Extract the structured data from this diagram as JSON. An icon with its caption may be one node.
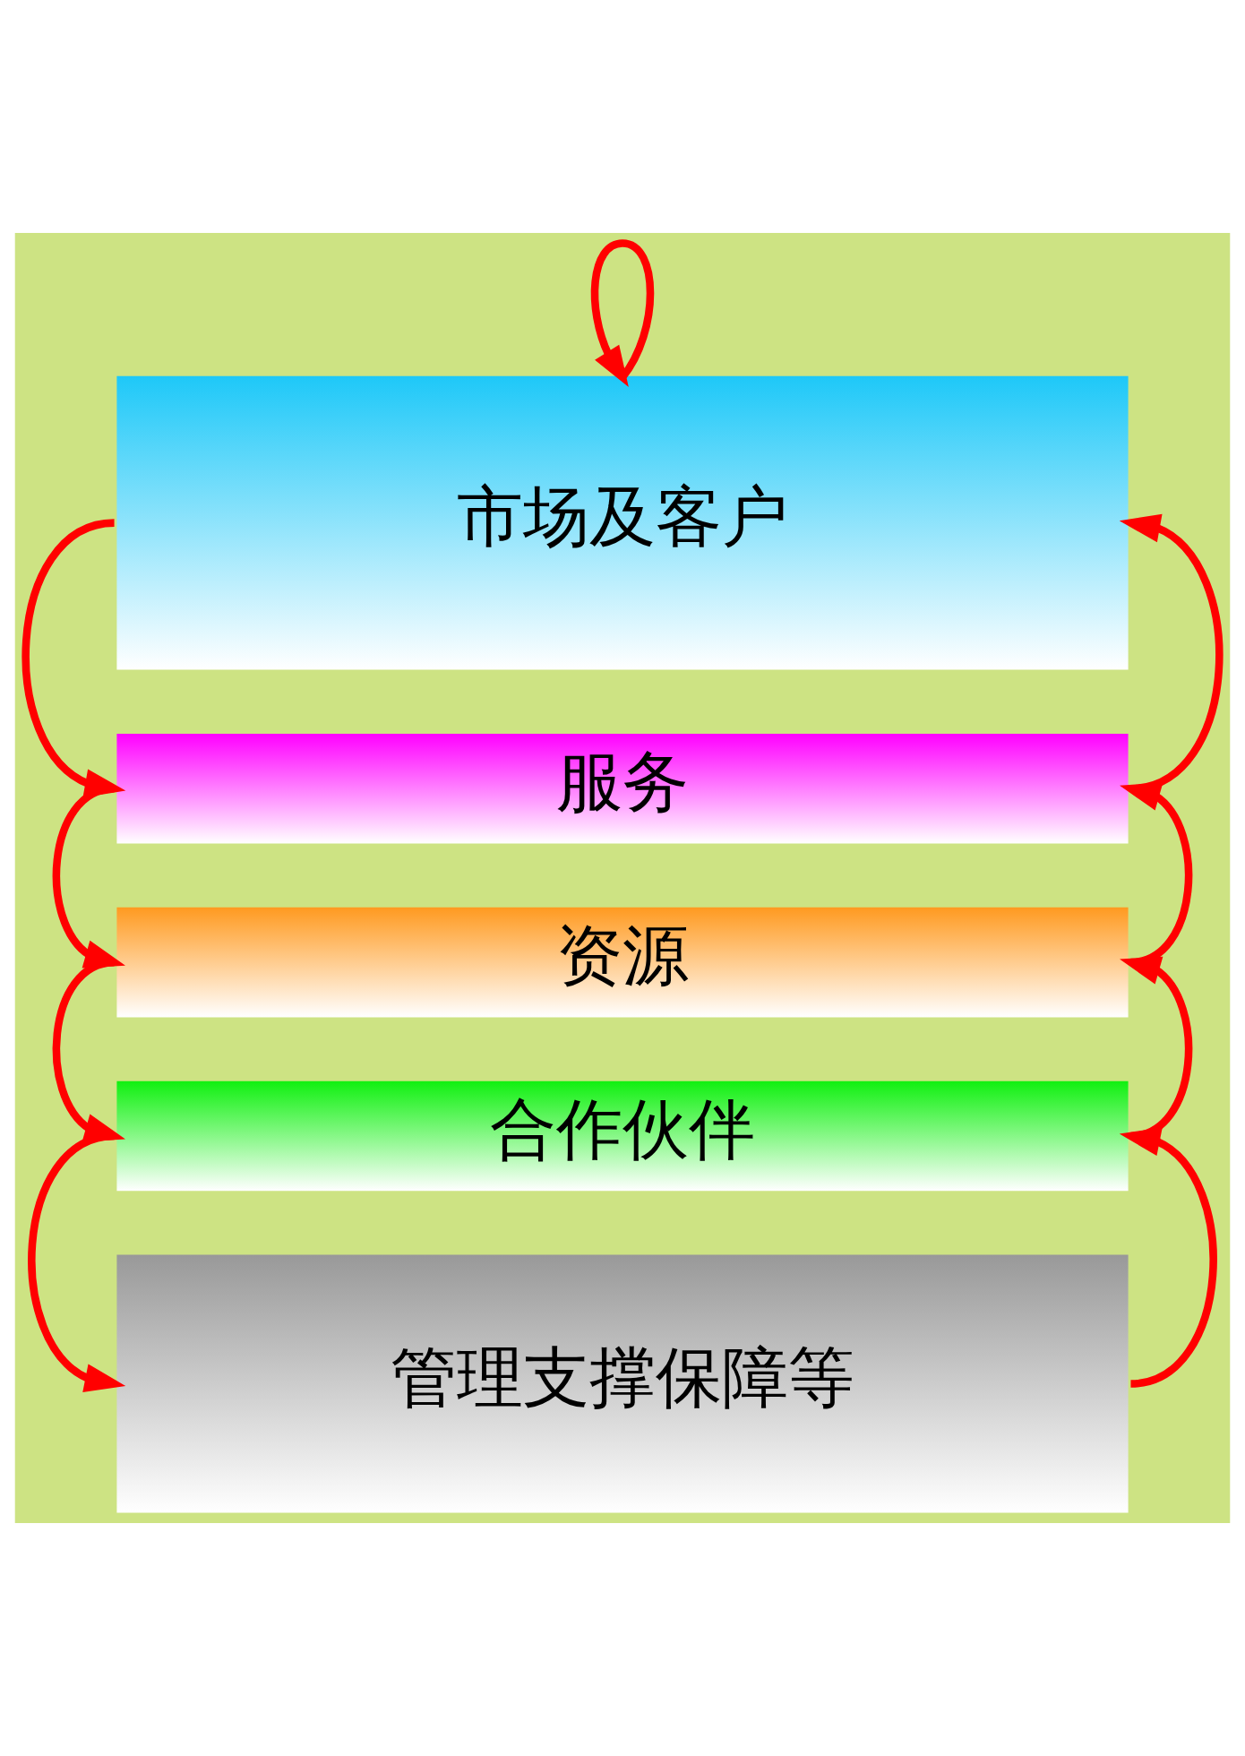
{
  "diagram": {
    "nodes": [
      {
        "text": [
          "市场及客户"
        ]
      },
      {
        "text": [
          "服务"
        ]
      },
      {
        "text": [
          "资源"
        ]
      },
      {
        "text": [
          "合作伙伴"
        ]
      },
      {
        "text": [
          "管理支撑保障等"
        ]
      }
    ],
    "edges": [
      {
        "from": 0,
        "to": 1,
        "arrow": "to"
      },
      {
        "from": 1,
        "to": 2,
        "arrow": "to"
      },
      {
        "from": 2,
        "to": 3,
        "arrow": "to"
      },
      {
        "from": 3,
        "to": 4,
        "arrow": "to"
      },
      {
        "from": 4,
        "to": 3,
        "arrow": "to"
      },
      {
        "from": 3,
        "to": 2,
        "arrow": "to"
      },
      {
        "from": 2,
        "to": 1,
        "arrow": "to"
      },
      {
        "from": 1,
        "to": 0,
        "arrow": "to"
      },
      {
        "from": 0,
        "to": 0,
        "arrow": "to"
      }
    ]
  }
}
